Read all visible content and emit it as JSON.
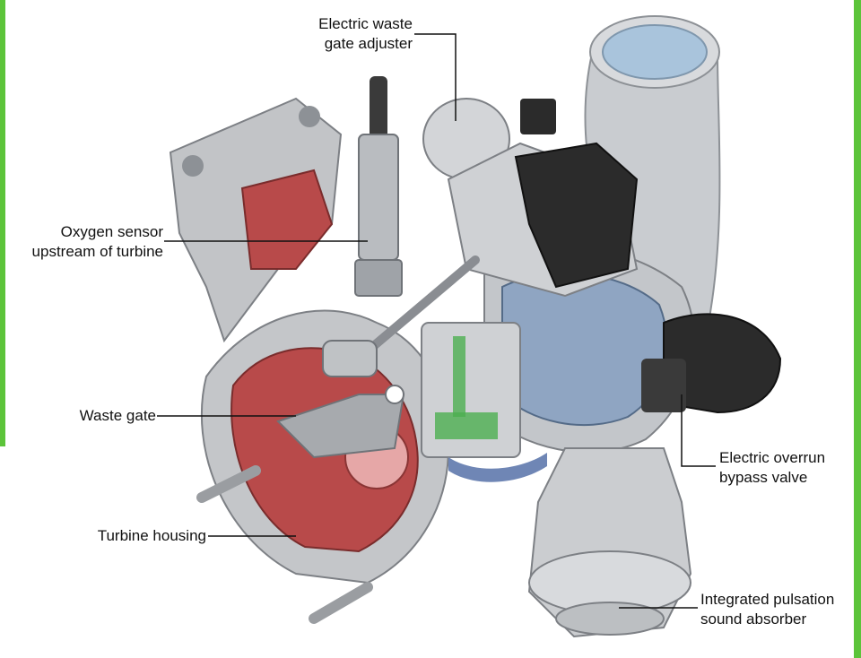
{
  "colors": {
    "frame_green": "#5cc43a",
    "turbine_red": "#b84a4a",
    "compressor_blue": "#8fa5c2",
    "oil_green": "#4caf50",
    "metal": "#c7c9cc",
    "actuator_dark": "#2b2b2b"
  },
  "labels": {
    "wastegate_adjuster": {
      "line1": "Electric waste",
      "line2": "gate adjuster"
    },
    "oxygen_sensor": {
      "line1": "Oxygen sensor",
      "line2": "upstream of turbine"
    },
    "waste_gate": {
      "line1": "Waste gate"
    },
    "turbine_housing": {
      "line1": "Turbine housing"
    },
    "overrun_valve": {
      "line1": "Electric overrun",
      "line2": "bypass valve"
    },
    "pulsation_absorber": {
      "line1": "Integrated pulsation",
      "line2": "sound absorber"
    }
  }
}
